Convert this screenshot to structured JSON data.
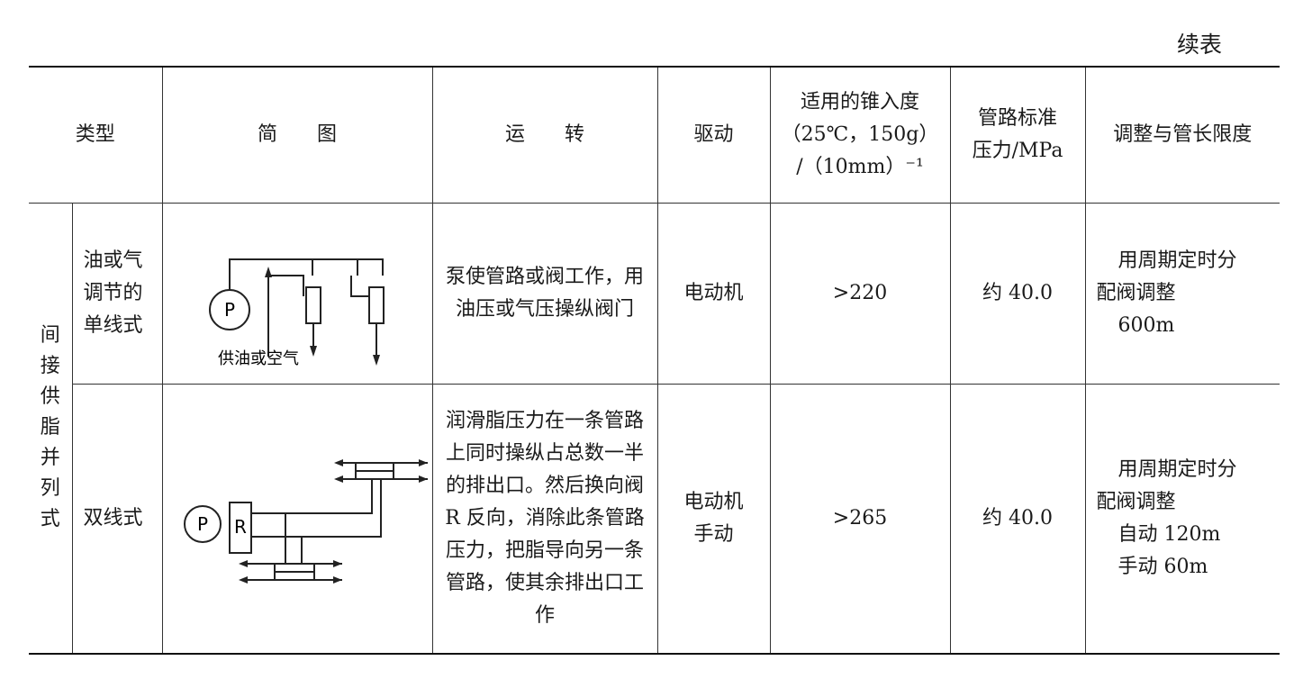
{
  "continued": "续表",
  "headers": {
    "type": "类型",
    "diagram": "简　　图",
    "operation": "运　　转",
    "drive": "驱动",
    "penetration": [
      "适用的锥入度",
      "（25℃，150g）",
      "/（10mm）⁻¹"
    ],
    "pressure": [
      "管路标准",
      "压力/MPa"
    ],
    "adjust": "调整与管长限度"
  },
  "group_label": "间接供脂并列式",
  "rows": [
    {
      "subtype": [
        "油或气",
        "调节的",
        "单线式"
      ],
      "diagram": {
        "pump_label": "P",
        "supply_label": "供油或空气"
      },
      "operation": "泵使管路或阀工作，用油压或气压操纵阀门",
      "drive": [
        "电动机"
      ],
      "penetration": ">220",
      "pressure": "约 40.0",
      "adjust": [
        "用周期定时分",
        "配阀调整",
        "600m"
      ]
    },
    {
      "subtype": [
        "双线式"
      ],
      "diagram": {
        "pump_label": "P",
        "reverser_label": "R"
      },
      "operation": "润滑脂压力在一条管路上同时操纵占总数一半的排出口。然后换向阀 R 反向，消除此条管路压力，把脂导向另一条管路，使其余排出口工作",
      "drive": [
        "电动机",
        "手动"
      ],
      "penetration": ">265",
      "pressure": "约 40.0",
      "adjust": [
        "用周期定时分",
        "配阀调整",
        "自动 120m",
        "手动 60m"
      ]
    }
  ]
}
